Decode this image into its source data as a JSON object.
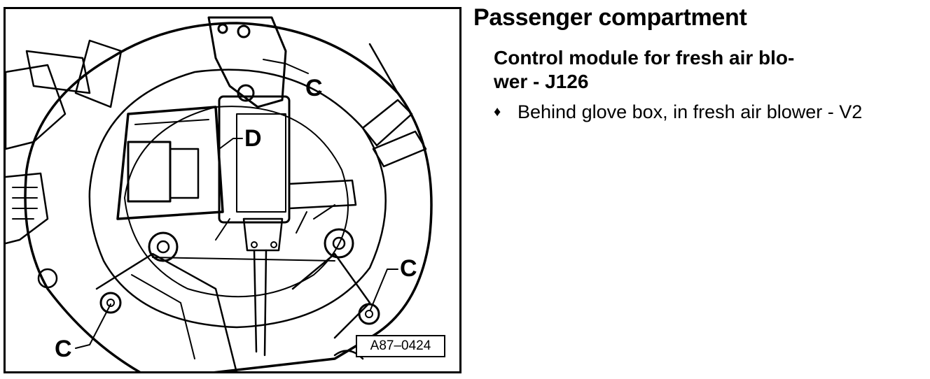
{
  "figure": {
    "id_label": "A87–0424",
    "callouts": {
      "c_top": "C",
      "d": "D",
      "c_right": "C",
      "c_left": "C"
    }
  },
  "text": {
    "section_title": "Passenger compartment",
    "component_line1": "Control module for fresh air blo-",
    "component_line2": "wer - J126",
    "bullet_icon": "♦",
    "location": "Behind glove box, in fresh air blower - V2"
  }
}
